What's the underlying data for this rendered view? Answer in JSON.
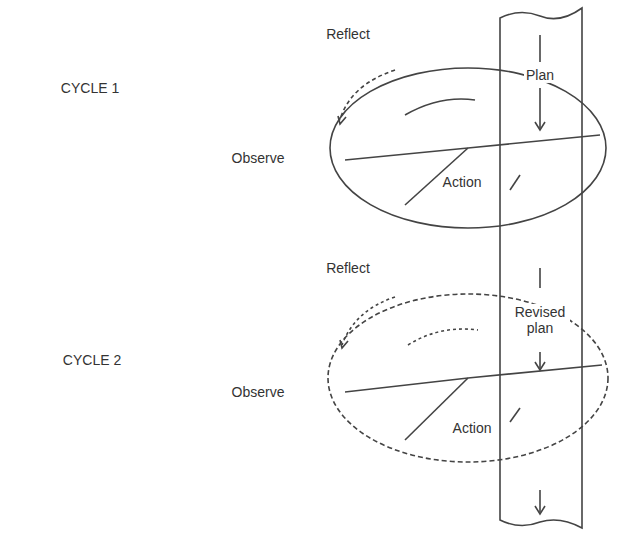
{
  "diagram": {
    "labels": [
      "CYCLE 1",
      "Reflect",
      "Plan",
      "Observe",
      "Action",
      "CYCLE 2",
      "Reflect",
      "Revised plan",
      "Observe",
      "Action"
    ]
  }
}
